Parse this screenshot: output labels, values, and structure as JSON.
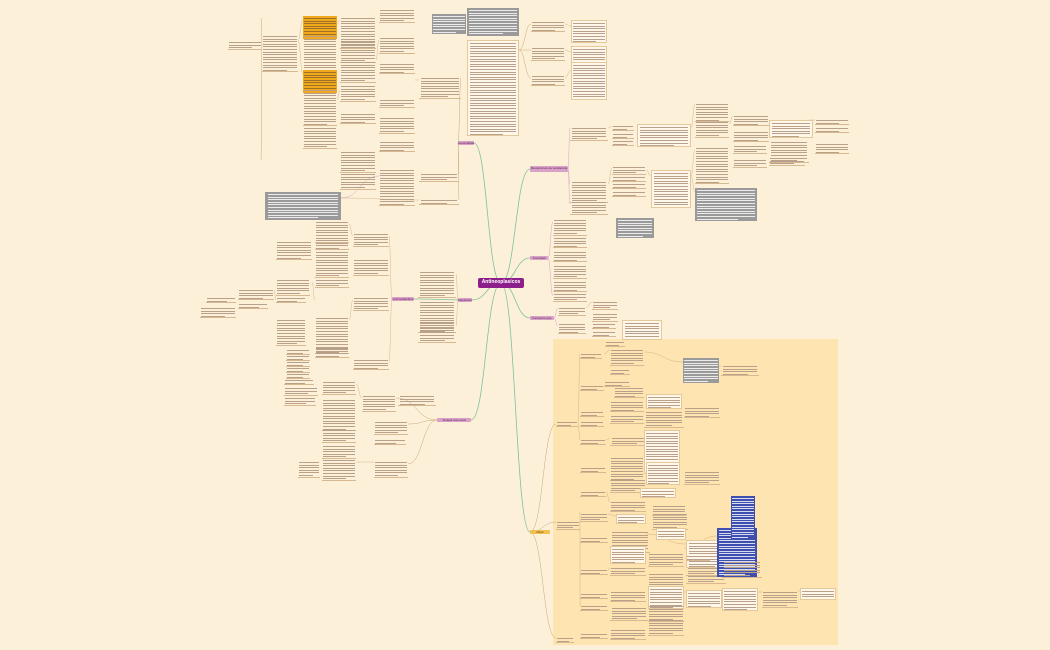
{
  "root": {
    "label": "Antineoplasicos"
  },
  "branches": [
    {
      "id": "b1",
      "label": "Generalidades"
    },
    {
      "id": "b2",
      "label": "Mecanismos de resistencia"
    },
    {
      "id": "b3",
      "label": "Toxicidad"
    },
    {
      "id": "b4",
      "label": "Alquilantes"
    },
    {
      "id": "b5",
      "label": "Antimetabolitos"
    },
    {
      "id": "b6",
      "label": "Farmacos que actuan sobre tubulina"
    },
    {
      "id": "b7",
      "label": "Terapia hormonal"
    },
    {
      "id": "b8",
      "label": "Otros farmacos"
    }
  ],
  "colors": {
    "background": "#fdf0d8",
    "region": "#fde4b0",
    "root": "#8c1f8c",
    "branch": "#d9a0c8",
    "branch_gold": "#f0c050",
    "connector_main": "#7fc0a0",
    "connector_pink": "#d9a0c8",
    "connector_tan": "#c8a878",
    "note_gray": "#9a9a9a",
    "note_orange": "#f2a81c",
    "note_blue": "#3f4fb0"
  }
}
